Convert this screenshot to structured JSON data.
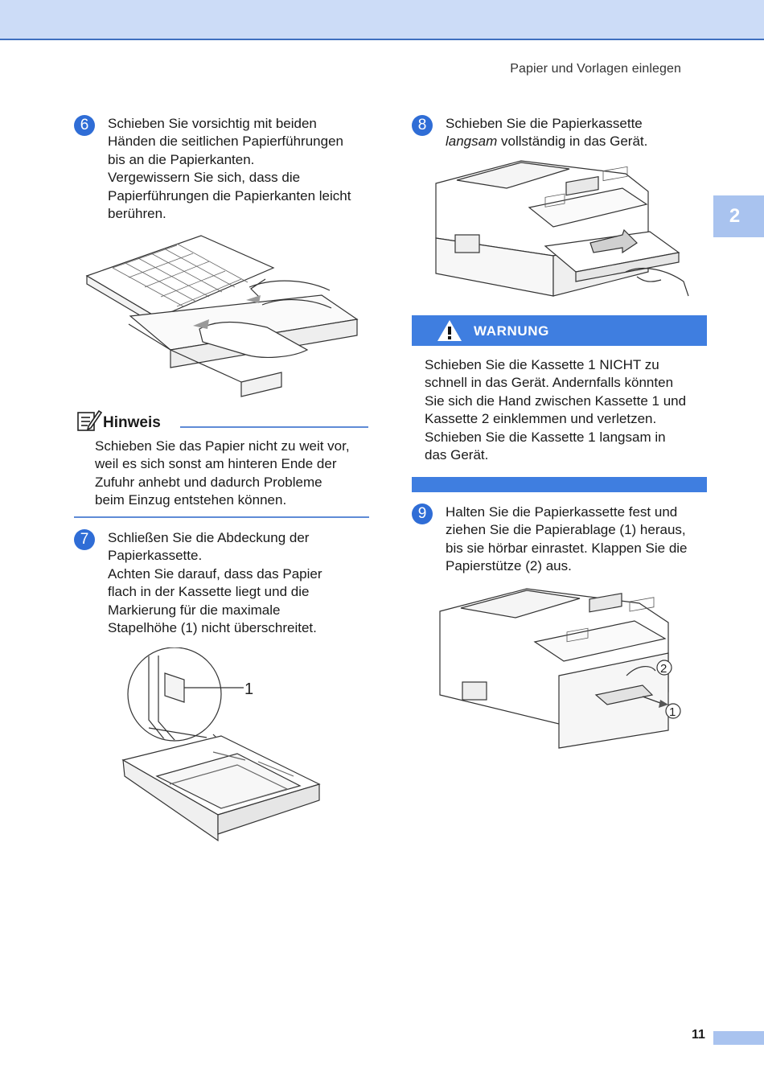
{
  "header": {
    "running_title": "Papier und Vorlagen einlegen"
  },
  "chapter_tab": "2",
  "steps": {
    "s6": {
      "num": "6",
      "lines": [
        "Schieben Sie vorsichtig mit beiden",
        "Händen die seitlichen Papierführungen",
        "bis an die Papierkanten.",
        "Vergewissern Sie sich, dass die",
        "Papierführungen die Papierkanten leicht",
        "berühren."
      ]
    },
    "s7": {
      "num": "7",
      "lines": [
        "Schließen Sie die Abdeckung der",
        "Papierkassette.",
        "Achten Sie darauf, dass das Papier",
        "flach in der Kassette liegt und die",
        "Markierung für die maximale",
        "Stapelhöhe (1) nicht überschreitet."
      ]
    },
    "s8": {
      "num": "8",
      "line1": "Schieben Sie die Papierkassette",
      "italic": "langsam",
      "line2_rest": " vollständig in das Gerät."
    },
    "s9": {
      "num": "9",
      "lines": [
        "Halten Sie die Papierkassette fest und",
        "ziehen Sie die Papierablage (1) heraus,",
        "bis sie hörbar einrastet. Klappen Sie die",
        "Papierstütze (2) aus."
      ]
    }
  },
  "hinweis": {
    "title": "Hinweis",
    "lines": [
      "Schieben Sie das Papier nicht zu weit vor,",
      "weil es sich sonst am hinteren Ende der",
      "Zufuhr anhebt und dadurch Probleme",
      "beim Einzug entstehen können."
    ]
  },
  "warning": {
    "title": "WARNUNG",
    "lines": [
      "Schieben Sie die Kassette 1 NICHT zu",
      "schnell in das Gerät. Andernfalls könnten",
      "Sie sich die Hand zwischen Kassette 1 und",
      "Kassette 2 einklemmen und verletzen.",
      "Schieben Sie die Kassette 1 langsam in",
      "das Gerät."
    ]
  },
  "callouts": {
    "fig7_label": "1",
    "fig9_label_1": "1",
    "fig9_label_2": "2"
  },
  "icons": {
    "note": "pencil-note-icon",
    "warning": "warning-triangle-icon"
  },
  "colors": {
    "accent": "#3f7ee0",
    "step_circle": "#2f6dd6",
    "band": "#ccdcf7",
    "tab": "#a9c3ef"
  },
  "footer": {
    "page_number": "11"
  }
}
